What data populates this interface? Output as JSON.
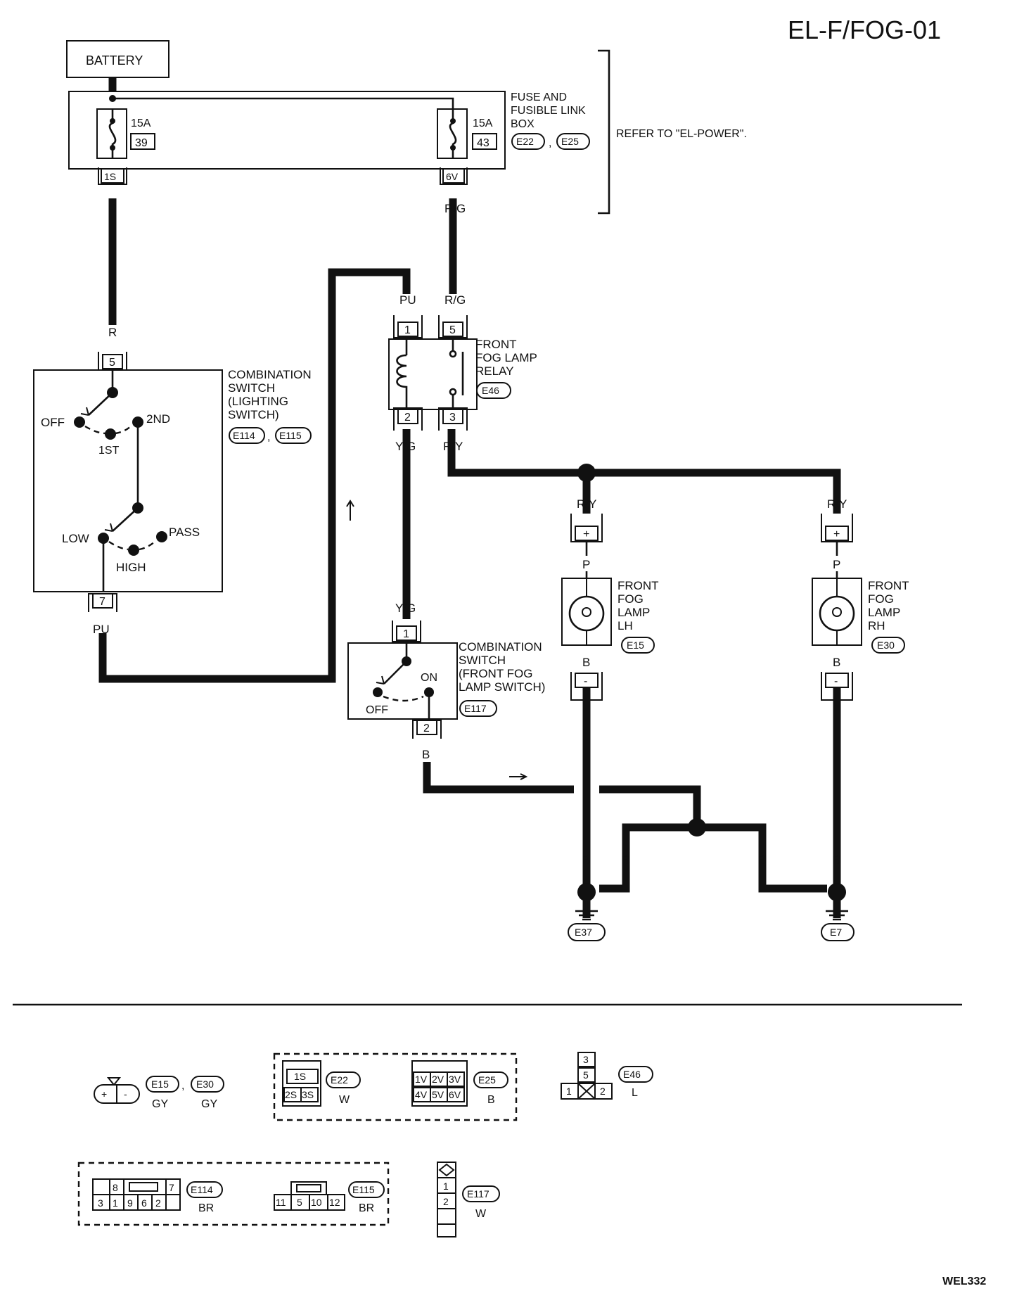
{
  "page_id": "EL-F/FOG-01",
  "figure_code": "WEL332",
  "power": {
    "battery": "BATTERY",
    "fuse_box_label": [
      "FUSE AND",
      "FUSIBLE LINK",
      "BOX"
    ],
    "fuse_box_connectors": [
      "E22",
      "E25"
    ],
    "refer_note": "REFER TO \"EL-POWER\".",
    "fuse_left": {
      "rating": "15A",
      "number": "39",
      "terminal": "1S"
    },
    "fuse_right": {
      "rating": "15A",
      "number": "43",
      "terminal": "6V"
    }
  },
  "relay": {
    "label": [
      "FRONT",
      "FOG LAMP",
      "RELAY"
    ],
    "connector": "E46",
    "pins": {
      "coil_in": "1",
      "contact_in": "5",
      "coil_out": "2",
      "contact_out": "3"
    }
  },
  "lighting_switch": {
    "label": [
      "COMBINATION",
      "SWITCH",
      "(LIGHTING",
      "SWITCH)"
    ],
    "connectors": [
      "E114",
      "E115"
    ],
    "pin_top": "5",
    "pin_bottom": "7",
    "positions": {
      "off": "OFF",
      "first": "1ST",
      "second": "2ND",
      "low": "LOW",
      "high": "HIGH",
      "pass": "PASS"
    }
  },
  "fog_switch": {
    "label": [
      "COMBINATION",
      "SWITCH",
      "(FRONT FOG",
      "LAMP SWITCH)"
    ],
    "connector": "E117",
    "pin_top": "1",
    "pin_bottom": "2",
    "positions": {
      "off": "OFF",
      "on": "ON"
    }
  },
  "lamps": {
    "lh": {
      "label": [
        "FRONT",
        "FOG",
        "LAMP",
        "LH"
      ],
      "connector": "E15"
    },
    "rh": {
      "label": [
        "FRONT",
        "FOG",
        "LAMP",
        "RH"
      ],
      "connector": "E30"
    },
    "plus": "+",
    "minus": "-"
  },
  "grounds": {
    "left": "E37",
    "right": "E7"
  },
  "wire_colors": {
    "r": "R",
    "rg": "R/G",
    "pu": "PU",
    "yg": "Y/G",
    "ry": "R/Y",
    "p": "P",
    "b": "B"
  },
  "connector_views": {
    "e15_e30": {
      "ids": [
        "E15",
        "E30"
      ],
      "colors": [
        "GY",
        "GY"
      ],
      "pins": [
        "+",
        "-"
      ]
    },
    "e22": {
      "id": "E22",
      "color": "W",
      "pins": [
        "1S",
        "2S",
        "3S"
      ]
    },
    "e25": {
      "id": "E25",
      "color": "B",
      "pins": [
        "1V",
        "2V",
        "3V",
        "4V",
        "5V",
        "6V"
      ]
    },
    "e46": {
      "id": "E46",
      "color": "L",
      "pins": [
        "3",
        "5",
        "1",
        "2"
      ]
    },
    "e114": {
      "id": "E114",
      "color": "BR",
      "pins": [
        "8",
        "7",
        "3",
        "1",
        "9",
        "6",
        "2"
      ]
    },
    "e115": {
      "id": "E115",
      "color": "BR",
      "pins": [
        "11",
        "5",
        "10",
        "12"
      ]
    },
    "e117": {
      "id": "E117",
      "color": "W",
      "pins": [
        "1",
        "2"
      ]
    }
  }
}
